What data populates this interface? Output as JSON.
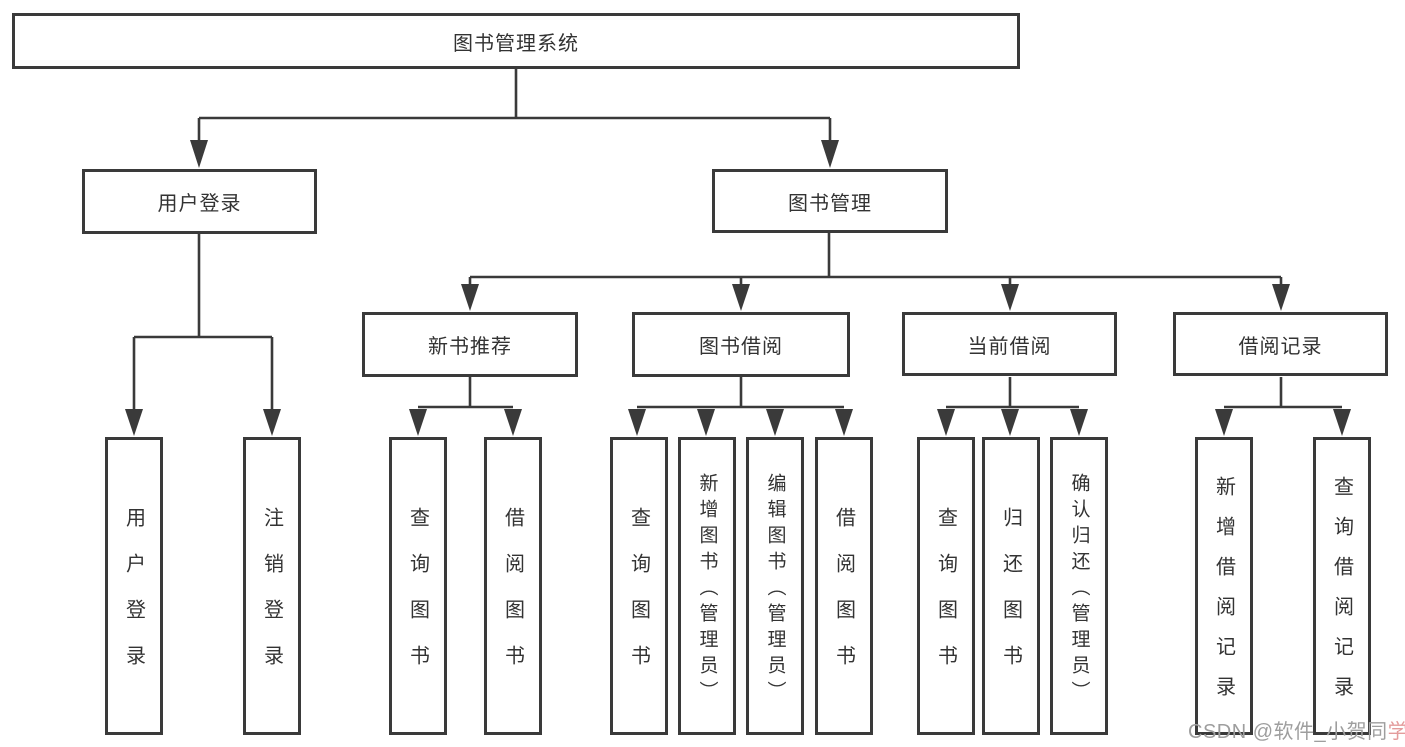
{
  "nodes": {
    "root": "图书管理系统",
    "user_login": "用户登录",
    "book_mgmt": "图书管理",
    "new_book_rec": "新书推荐",
    "book_borrow": "图书借阅",
    "current_borrow": "当前借阅",
    "borrow_record": "借阅记录",
    "leaves": {
      "user_login_1": "用户登录",
      "user_login_2": "注销登录",
      "new_book_1": "查询图书",
      "new_book_2": "借阅图书",
      "borrow_1": "查询图书",
      "borrow_2": "新增图书（管理员）",
      "borrow_3": "编辑图书（管理员）",
      "borrow_4": "借阅图书",
      "current_1": "查询图书",
      "current_2": "归还图书",
      "current_3": "确认归还（管理员）",
      "record_1": "新增借阅记录",
      "record_2": "查询借阅记录"
    }
  },
  "watermark": {
    "gray_text": "CSDN @软件_小贺同",
    "accent_text": "学"
  },
  "colors": {
    "line": "#3a3a3a",
    "text": "#333333",
    "background": "#ffffff",
    "watermark_gray": "#9e9e9e",
    "watermark_accent": "#e39c9c"
  }
}
